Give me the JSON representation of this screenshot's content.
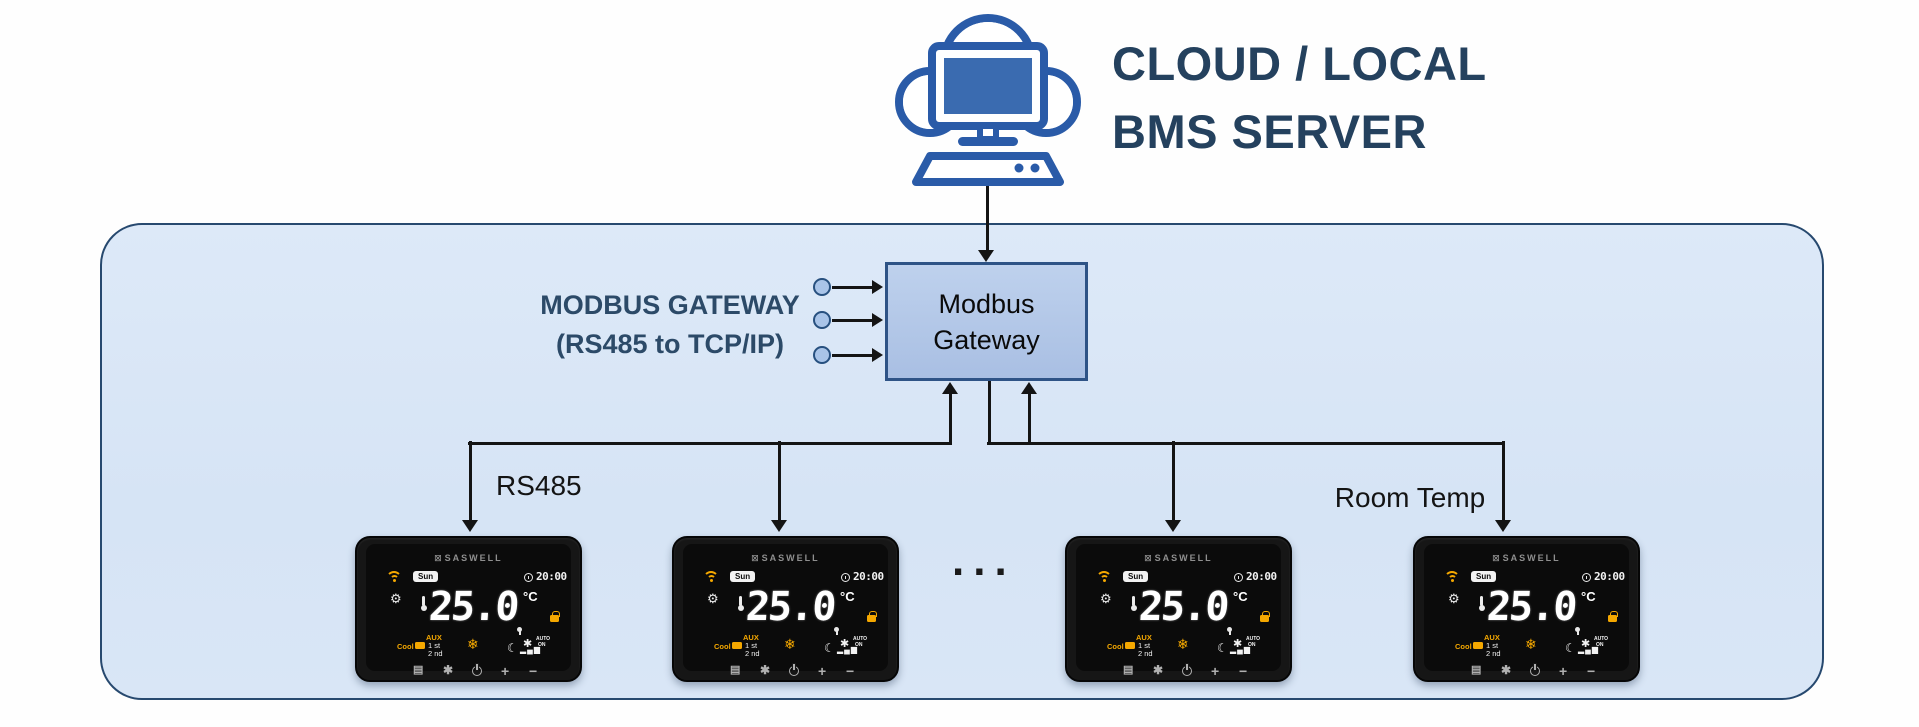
{
  "title": {
    "line1": "CLOUD / LOCAL",
    "line2": "BMS SERVER"
  },
  "gateway": {
    "box_line1": "Modbus",
    "box_line2": "Gateway",
    "label_line1": "MODBUS GATEWAY",
    "label_line2": "(RS485 to TCP/IP)"
  },
  "wire_labels": {
    "rs485": "RS485",
    "room_temp": "Room Temp",
    "ellipsis": "..."
  },
  "thermostat": {
    "brand": "SASWELL",
    "day": "Sun",
    "time": "20:00",
    "temperature": "25.0",
    "unit": "°C",
    "mode": "Cool",
    "aux_label": "AUX",
    "stage_1": "1 st",
    "stage_2": "2 nd",
    "fan_auto": "AUTO",
    "fan_on": "ON"
  },
  "icons": {
    "brand_mark": "☒",
    "gear": "⚙",
    "snowflake": "❄",
    "moon": "☾",
    "fan": "✱",
    "fan_bars": "▂▄▆",
    "menu": "▤",
    "plus": "+",
    "minus": "−"
  },
  "colors": {
    "title_text": "#24415e",
    "label_text": "#2c4a68",
    "panel_fill": "#d9e6f6",
    "panel_border": "#27496f",
    "gateway_fill": "#b0c4e6",
    "gateway_border": "#2e5386",
    "server_icon_blue": "#2a5ba8",
    "wire_black": "#141414",
    "thermostat_accent_orange": "#f5a800"
  }
}
